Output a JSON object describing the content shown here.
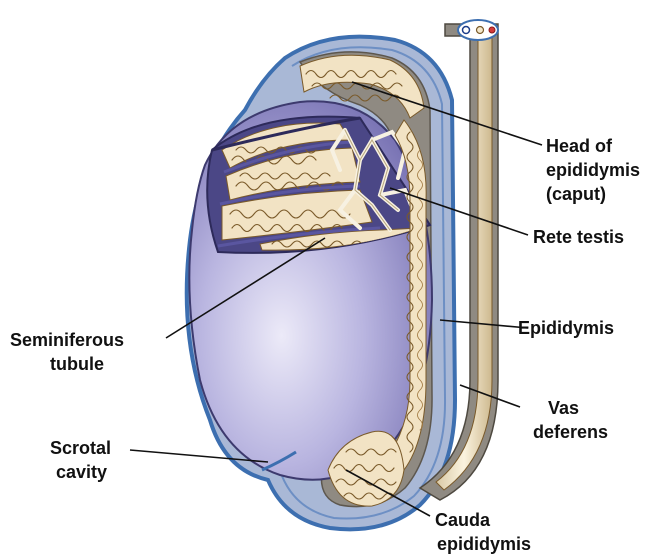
{
  "labels": {
    "head_line1": "Head of",
    "head_line2": "epididymis",
    "head_line3": "(caput)",
    "rete": "Rete testis",
    "epididymis": "Epididymis",
    "vas_line1": "Vas",
    "vas_line2": "deferens",
    "semi_line1": "Seminiferous",
    "semi_line2": "tubule",
    "scrotal_line1": "Scrotal",
    "scrotal_line2": "cavity",
    "cauda_line1": "Cauda",
    "cauda_line2": "epididymis"
  },
  "colors": {
    "background": "#ffffff",
    "tunica_blue": "#3d6fb0",
    "testis_lavender": "#9b96cf",
    "testis_highlight": "#e4e3f5",
    "tubule_cream": "#f2e3c4",
    "tubule_outline": "#7a5a2a",
    "epididymis_gray": "#8f8a82",
    "vas_cream": "#f3e8cc",
    "text": "#111111"
  }
}
